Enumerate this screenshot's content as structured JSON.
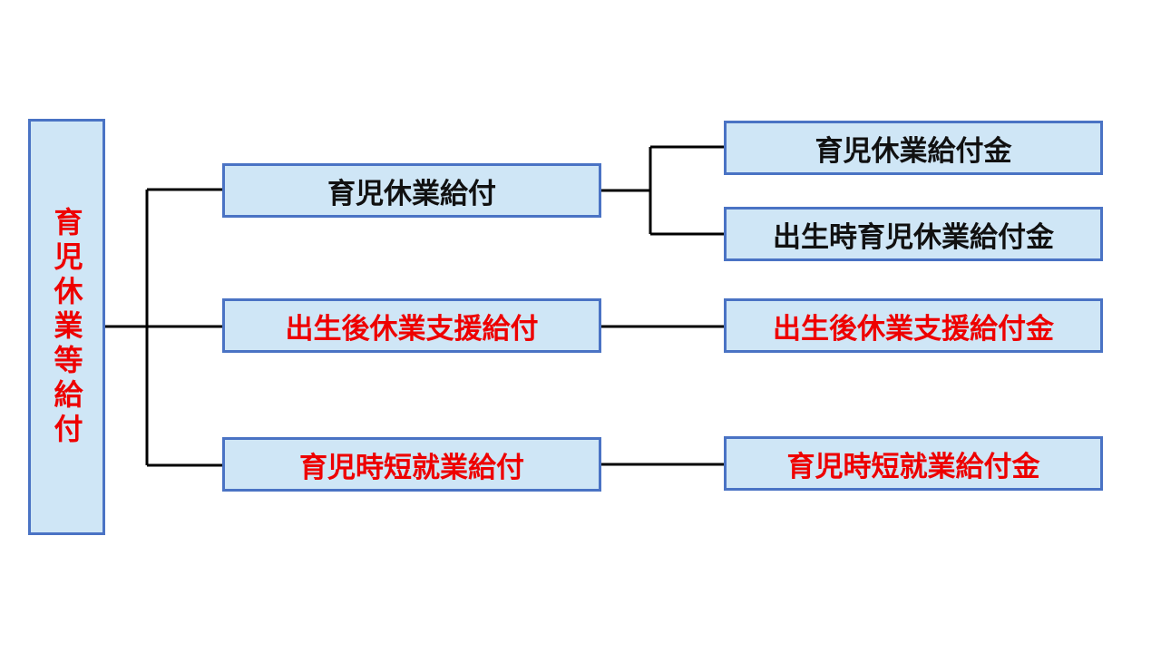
{
  "root": {
    "label": "育児休業等給付"
  },
  "benefits": [
    {
      "label": "育児休業給付"
    },
    {
      "label": "出生後休業支援給付"
    },
    {
      "label": "育児時短就業給付"
    }
  ],
  "payments": [
    {
      "label": "育児休業給付金"
    },
    {
      "label": "出生時育児休業給付金"
    },
    {
      "label": "出生後休業支援給付金"
    },
    {
      "label": "育児時短就業給付金"
    }
  ],
  "colors": {
    "box_fill": "#cfe6f6",
    "box_border": "#4a73c4",
    "new_item_text": "#ee0000",
    "existing_item_text": "#111111",
    "connector": "#000000"
  }
}
